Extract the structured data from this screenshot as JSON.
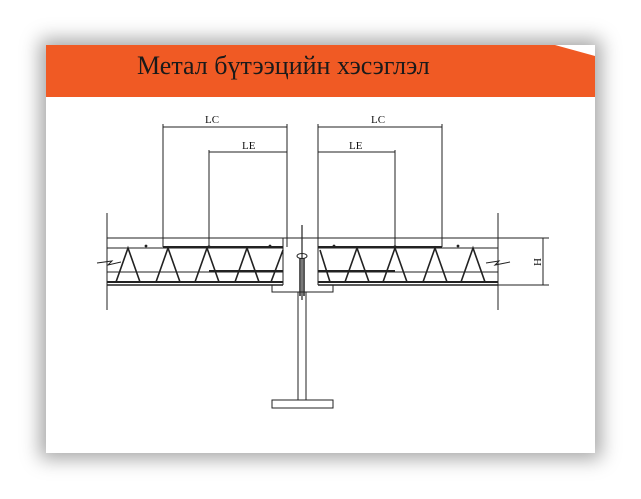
{
  "slide": {
    "title": "Метал бүтээцийн хэсэглэл",
    "accent_color": "#f05a24"
  },
  "diagram": {
    "labels": {
      "lc_left": "LC",
      "le_left": "LE",
      "lc_right": "LC",
      "le_right": "LE",
      "height": "H"
    }
  }
}
